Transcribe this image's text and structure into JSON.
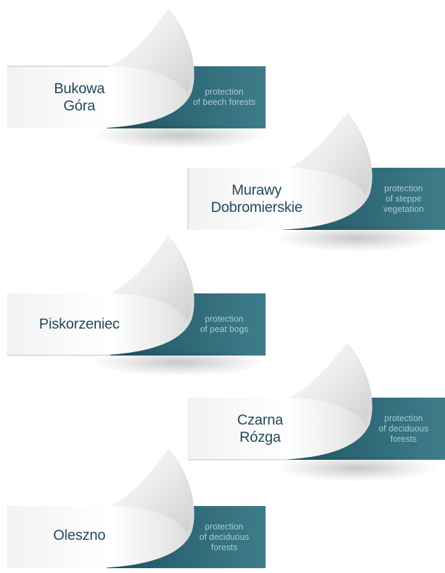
{
  "reserves": [
    {
      "name_line1": "Bukowa",
      "name_line2": "Góra",
      "desc_line1": "protection",
      "desc_line2": "of beech forests",
      "desc_line3": ""
    },
    {
      "name_line1": "Murawy",
      "name_line2": "Dobromierskie",
      "desc_line1": "protection",
      "desc_line2": "of steppe",
      "desc_line3": "vegetation"
    },
    {
      "name_line1": "Piskorzeniec",
      "name_line2": "",
      "desc_line1": "protection",
      "desc_line2": "of peat bogs",
      "desc_line3": ""
    },
    {
      "name_line1": "Czarna",
      "name_line2": "Rózga",
      "desc_line1": "protection",
      "desc_line2": "of deciduous",
      "desc_line3": "forests"
    },
    {
      "name_line1": "Oleszno",
      "name_line2": "",
      "desc_line1": "protection",
      "desc_line2": "of deciduous",
      "desc_line3": "forests"
    }
  ],
  "colors": {
    "teal_dark": "#1c4e5e",
    "teal_light": "#3f7c8a",
    "name_text": "#24495a",
    "desc_text": "#a9cdd4"
  }
}
